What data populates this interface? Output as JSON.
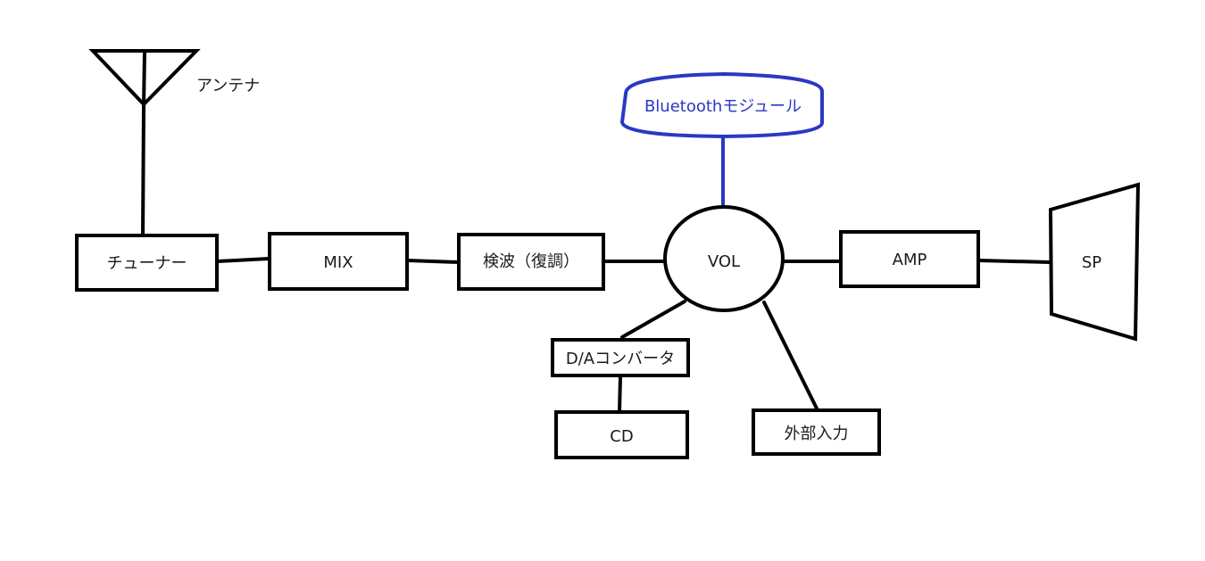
{
  "diagram": {
    "title": "",
    "colors": {
      "line": "#000000",
      "bluetooth": "#2a38c4",
      "background": "#ffffff"
    },
    "nodes": {
      "antenna": {
        "label": "アンテナ",
        "icon": "antenna-icon"
      },
      "tuner": {
        "label": "チューナー"
      },
      "mix": {
        "label": "MIX"
      },
      "detector": {
        "label": "検波（復調）"
      },
      "vol": {
        "label": "VOL"
      },
      "bluetooth": {
        "label": "Bluetoothモジュール"
      },
      "amp": {
        "label": "AMP"
      },
      "speaker": {
        "label": "SP",
        "icon": "speaker-icon"
      },
      "dac": {
        "label": "D/Aコンバータ"
      },
      "cd": {
        "label": "CD"
      },
      "external_input": {
        "label": "外部入力"
      }
    },
    "edges": [
      {
        "from": "antenna",
        "to": "tuner"
      },
      {
        "from": "tuner",
        "to": "mix"
      },
      {
        "from": "mix",
        "to": "detector"
      },
      {
        "from": "detector",
        "to": "vol"
      },
      {
        "from": "bluetooth",
        "to": "vol"
      },
      {
        "from": "vol",
        "to": "amp"
      },
      {
        "from": "amp",
        "to": "speaker"
      },
      {
        "from": "vol",
        "to": "dac"
      },
      {
        "from": "dac",
        "to": "cd"
      },
      {
        "from": "vol",
        "to": "external_input"
      }
    ]
  }
}
